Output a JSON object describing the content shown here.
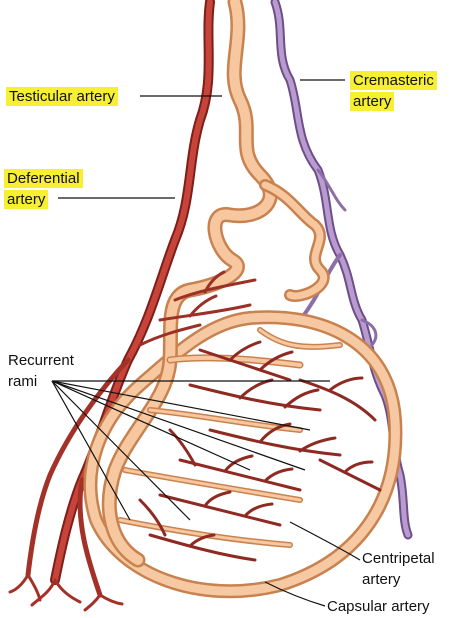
{
  "labels": {
    "testicular": "Testicular artery",
    "cremasteric_line1": "Cremasteric",
    "cremasteric_line2": "artery",
    "deferential_line1": "Deferential",
    "deferential_line2": "artery",
    "recurrent_line1": "Recurrent",
    "recurrent_line2": "rami",
    "centripetal_line1": "Centripetal",
    "centripetal_line2": "artery",
    "capsular": "Capsular artery"
  },
  "colors": {
    "testicular_artery": "#f4b98c",
    "testicular_artery_outline": "#c8824f",
    "deferential_artery": "#b6352a",
    "cremasteric_artery": "#a98ac0",
    "branches": "#8e2a22",
    "highlight": "#f7f032"
  }
}
